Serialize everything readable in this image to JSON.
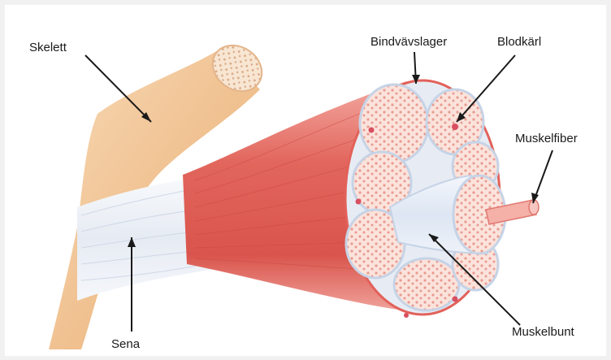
{
  "diagram": {
    "labels": {
      "skeleton": "Skelett",
      "tendon": "Sena",
      "connective_tissue_layer": "Bindvävslager",
      "blood_vessel": "Blodkärl",
      "muscle_fiber": "Muskelfiber",
      "muscle_bundle": "Muskelbunt"
    },
    "colors": {
      "bone": "#f2c99e",
      "muscle": "#e0645c",
      "muscle_light": "#f2a8a0",
      "tendon": "#eef1f6",
      "fascicle_fill": "#fbe3dc",
      "fascicle_dots": "#e59a8e",
      "sheath": "#c9d7ea",
      "blood_vessel": "#d85060"
    }
  }
}
